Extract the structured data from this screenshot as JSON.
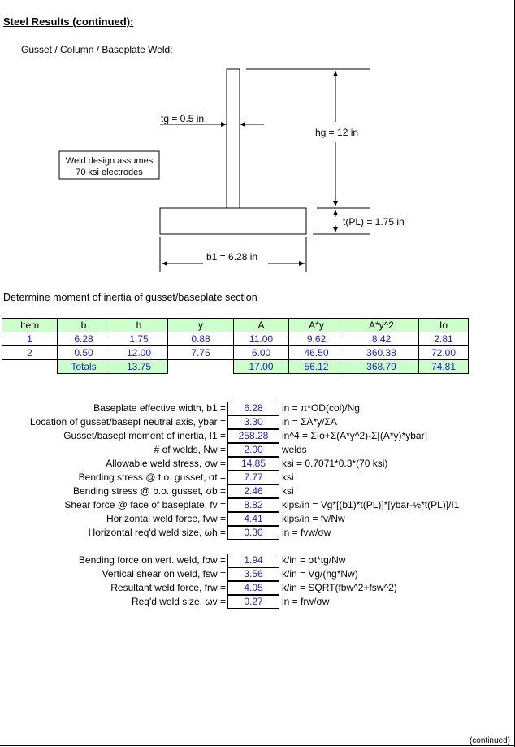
{
  "title": "Steel Results (continued):",
  "subtitle": "Gusset / Column / Baseplate Weld:",
  "diagram": {
    "tg_label": "tg = 0.5 in",
    "hg_label": "hg = 12 in",
    "tpl_label": "t(PL) = 1.75 in",
    "b1_label": "b1 = 6.28 in",
    "note_line1": "Weld design assumes",
    "note_line2": "70 ksi electrodes"
  },
  "section_heading": "Determine moment of inertia of gusset/baseplate section",
  "table": {
    "headers": [
      "Item",
      "b",
      "h",
      "y",
      "A",
      "A*y",
      "A*y^2",
      "Io"
    ],
    "rows": [
      [
        "1",
        "6.28",
        "1.75",
        "0.88",
        "11.00",
        "9.62",
        "8.42",
        "2.81"
      ],
      [
        "2",
        "0.50",
        "12.00",
        "7.75",
        "6.00",
        "46.50",
        "360.38",
        "72.00"
      ]
    ],
    "totals_label": "Totals",
    "totals": {
      "h": "13.75",
      "A": "17.00",
      "Ay": "56.12",
      "Ay2": "368.79",
      "Io": "74.81"
    }
  },
  "results1": [
    {
      "label": "Baseplate effective width, b1 =",
      "value": "6.28",
      "formula": "in = π*OD(col)/Ng"
    },
    {
      "label": "Location of gusset/basepl neutral axis, ybar =",
      "value": "3.30",
      "formula": "in = ΣA*y/ΣA"
    },
    {
      "label": "Gusset/basepl moment of inertia, I1 =",
      "value": "258.28",
      "formula": "in^4 = ΣIo+Σ(A*y^2)-Σ[(A*y)*ybar]"
    },
    {
      "label": "# of welds, Nw =",
      "value": "2.00",
      "formula": "welds"
    },
    {
      "label": "Allowable weld stress, σw =",
      "value": "14.85",
      "formula": "ksi = 0.7071*0.3*(70 ksi)"
    },
    {
      "label": "Bending stress @ t.o. gusset, σt =",
      "value": "7.77",
      "formula": "ksi"
    },
    {
      "label": "Bending stress @ b.o. gusset, σb =",
      "value": "2.46",
      "formula": "ksi"
    },
    {
      "label": "Shear force @ face of baseplate, fv =",
      "value": "8.82",
      "formula": "kips/in = Vg*[(b1)*t(PL)]*[ybar-½*t(PL)]/I1"
    },
    {
      "label": "Horizontal weld force, fvw =",
      "value": "4.41",
      "formula": "kips/in = fv/Nw"
    },
    {
      "label": "Horizontal req'd weld size, ωh =",
      "value": "0.30",
      "formula": "in = fvw/σw"
    }
  ],
  "results2": [
    {
      "label": "Bending force on vert. weld, fbw =",
      "value": "1.94",
      "formula": "k/in = σt*tg/Nw"
    },
    {
      "label": "Vertical shear on weld, fsw =",
      "value": "3.56",
      "formula": "k/in = Vg/(hg*Nw)"
    },
    {
      "label": "Resultant weld force, frw =",
      "value": "4.05",
      "formula": "k/in = SQRT(fbw^2+fsw^2)"
    },
    {
      "label": "Req'd weld size, ωv =",
      "value": "0.27",
      "formula": "in = frw/σw"
    }
  ],
  "footer": "(continued)"
}
